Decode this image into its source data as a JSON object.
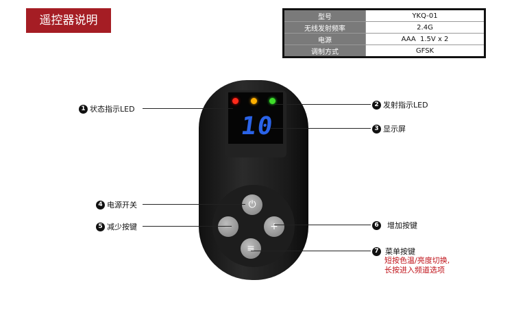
{
  "title": "遥控器说明",
  "spec": [
    {
      "k": "型号",
      "v": "YKQ-01"
    },
    {
      "k": "无线发射频率",
      "v": "2.4G"
    },
    {
      "k": "电源",
      "v": "AAA  1.5V x 2"
    },
    {
      "k": "调制方式",
      "v": "GFSK"
    }
  ],
  "display": {
    "value": "10"
  },
  "colors": {
    "accent": "#a51d24",
    "digits": "#2a63e8",
    "note": "#c0141b"
  },
  "labels": [
    {
      "n": "1",
      "t": "状态指示LED"
    },
    {
      "n": "2",
      "t": "发射指示LED"
    },
    {
      "n": "3",
      "t": "显示屏"
    },
    {
      "n": "4",
      "t": "电源开关"
    },
    {
      "n": "5",
      "t": "减少按键"
    },
    {
      "n": "6",
      "t": "增加按键"
    },
    {
      "n": "7",
      "t": "菜单按键"
    }
  ],
  "menu_note": [
    "短按色温/亮度切换,",
    "长按进入频道选项"
  ],
  "buttons": {
    "power": "⏻",
    "minus": "−",
    "plus": "+",
    "menu": "≡"
  }
}
